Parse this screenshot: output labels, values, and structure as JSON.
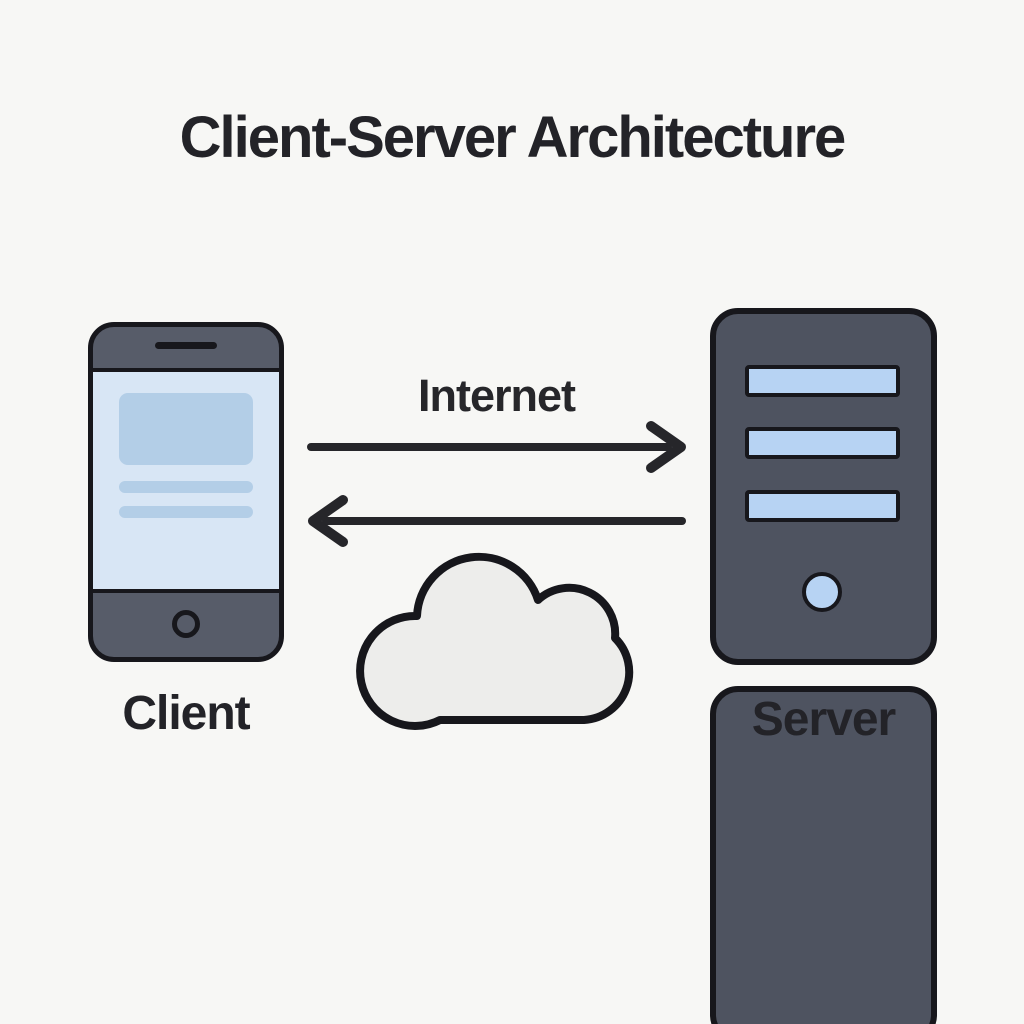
{
  "title": "Client-Server Architecture",
  "client": {
    "label": "Client"
  },
  "server": {
    "label": "Server"
  },
  "connection": {
    "label": "Internet"
  },
  "icons": {
    "client_device": "smartphone-icon",
    "server_device": "server-tower-icon",
    "request": "arrow-right-icon",
    "response": "arrow-left-icon",
    "network": "cloud-icon"
  },
  "colors": {
    "background": "#f7f7f5",
    "text": "#232328",
    "outline": "#17171c",
    "phone_body": "#575c69",
    "server_body": "#4e5360",
    "screen_light_blue": "#d8e6f5",
    "screen_content_blue": "#b3cee7",
    "server_slat_blue": "#b7d3f3",
    "cloud_fill": "#ededeb",
    "arrow": "#26262a"
  }
}
